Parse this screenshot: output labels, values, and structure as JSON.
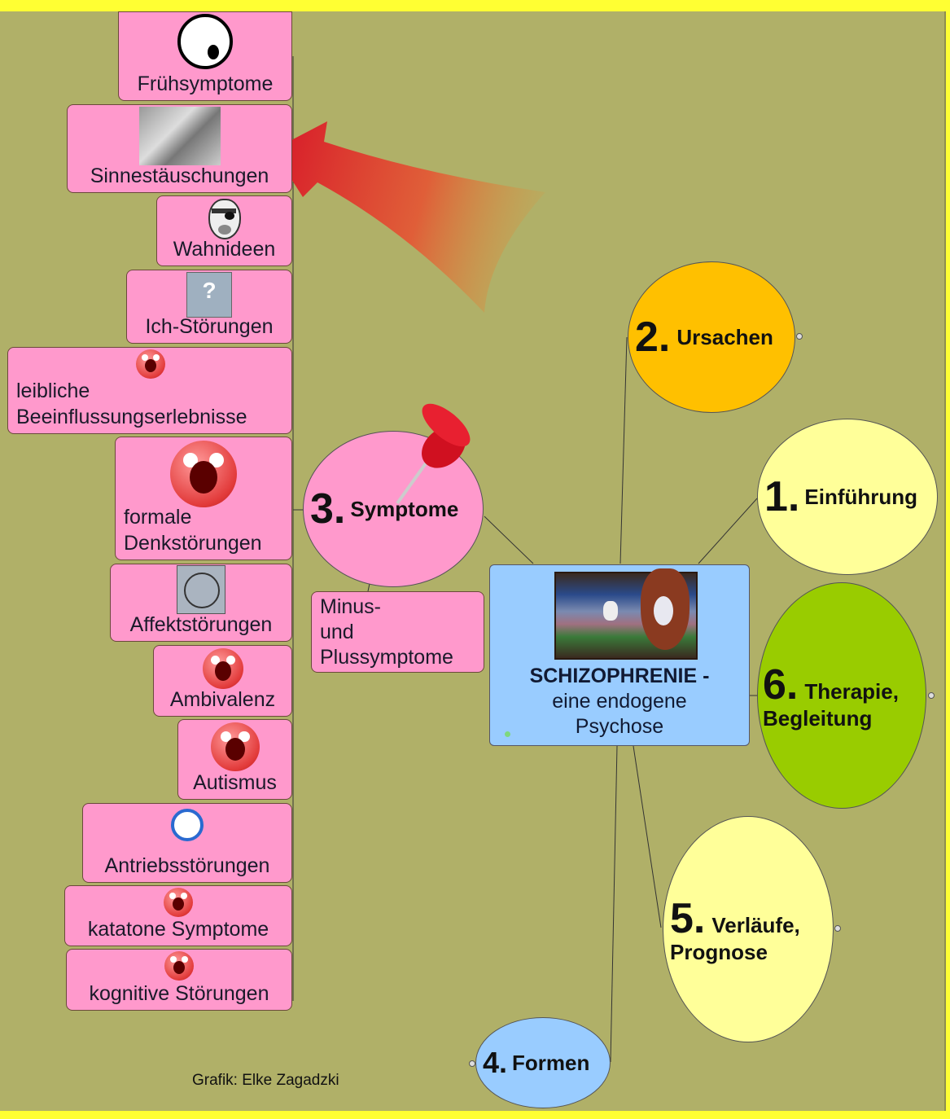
{
  "center": {
    "title": "SCHIZOPHRENIE -",
    "subtitle": "eine endogene\nPsychose",
    "image": "surreal-painting-icon"
  },
  "branches": [
    {
      "id": "ursachen",
      "number": "2.",
      "label": "Ursachen",
      "color": "#ffc000"
    },
    {
      "id": "einfuehrung",
      "number": "1.",
      "label": "Einführung",
      "color": "#ffff99"
    },
    {
      "id": "therapie",
      "number": "6.",
      "label": "Therapie,",
      "label2": "Begleitung",
      "color": "#99cc00"
    },
    {
      "id": "verlaeufe",
      "number": "5.",
      "label": "Verläufe,",
      "label2": "Prognose",
      "color": "#ffff99"
    },
    {
      "id": "formen",
      "number": "4.",
      "label": "Formen",
      "color": "#99ccff"
    },
    {
      "id": "symptome",
      "number": "3.",
      "label": "Symptome",
      "color": "#ff99cc"
    }
  ],
  "symptome_note": "Minus-\nund\nPlussymptome",
  "symptom_items": [
    {
      "label": "Frühsymptome",
      "icon": "sad-face-icon"
    },
    {
      "label": "Sinnestäuschungen",
      "icon": "sketch-image-icon"
    },
    {
      "label": "Wahnideen",
      "icon": "pirate-face-icon"
    },
    {
      "label": "Ich-Störungen",
      "icon": "question-person-icon"
    },
    {
      "label": "leibliche\nBeeinflussungserlebnisse",
      "icon": "screaming-face-icon"
    },
    {
      "label": "formale\nDenkstörungen",
      "icon": "screaming-face-icon"
    },
    {
      "label": "Affektstörungen",
      "icon": "crying-face-icon"
    },
    {
      "label": "Ambivalenz",
      "icon": "screaming-face-icon"
    },
    {
      "label": "Autismus",
      "icon": "screaming-face-icon"
    },
    {
      "label": "Antriebsstörungen",
      "icon": "alarm-clock-icon"
    },
    {
      "label": "katatone Symptome",
      "icon": "screaming-face-icon"
    },
    {
      "label": "kognitive Störungen",
      "icon": "screaming-face-icon"
    }
  ],
  "credit": "Grafik: Elke Zagadzki",
  "colors": {
    "background": "#b0b068",
    "border": "#ffff33",
    "pink": "#ff99cc",
    "center": "#99ccff",
    "arrow": "#e02020"
  }
}
